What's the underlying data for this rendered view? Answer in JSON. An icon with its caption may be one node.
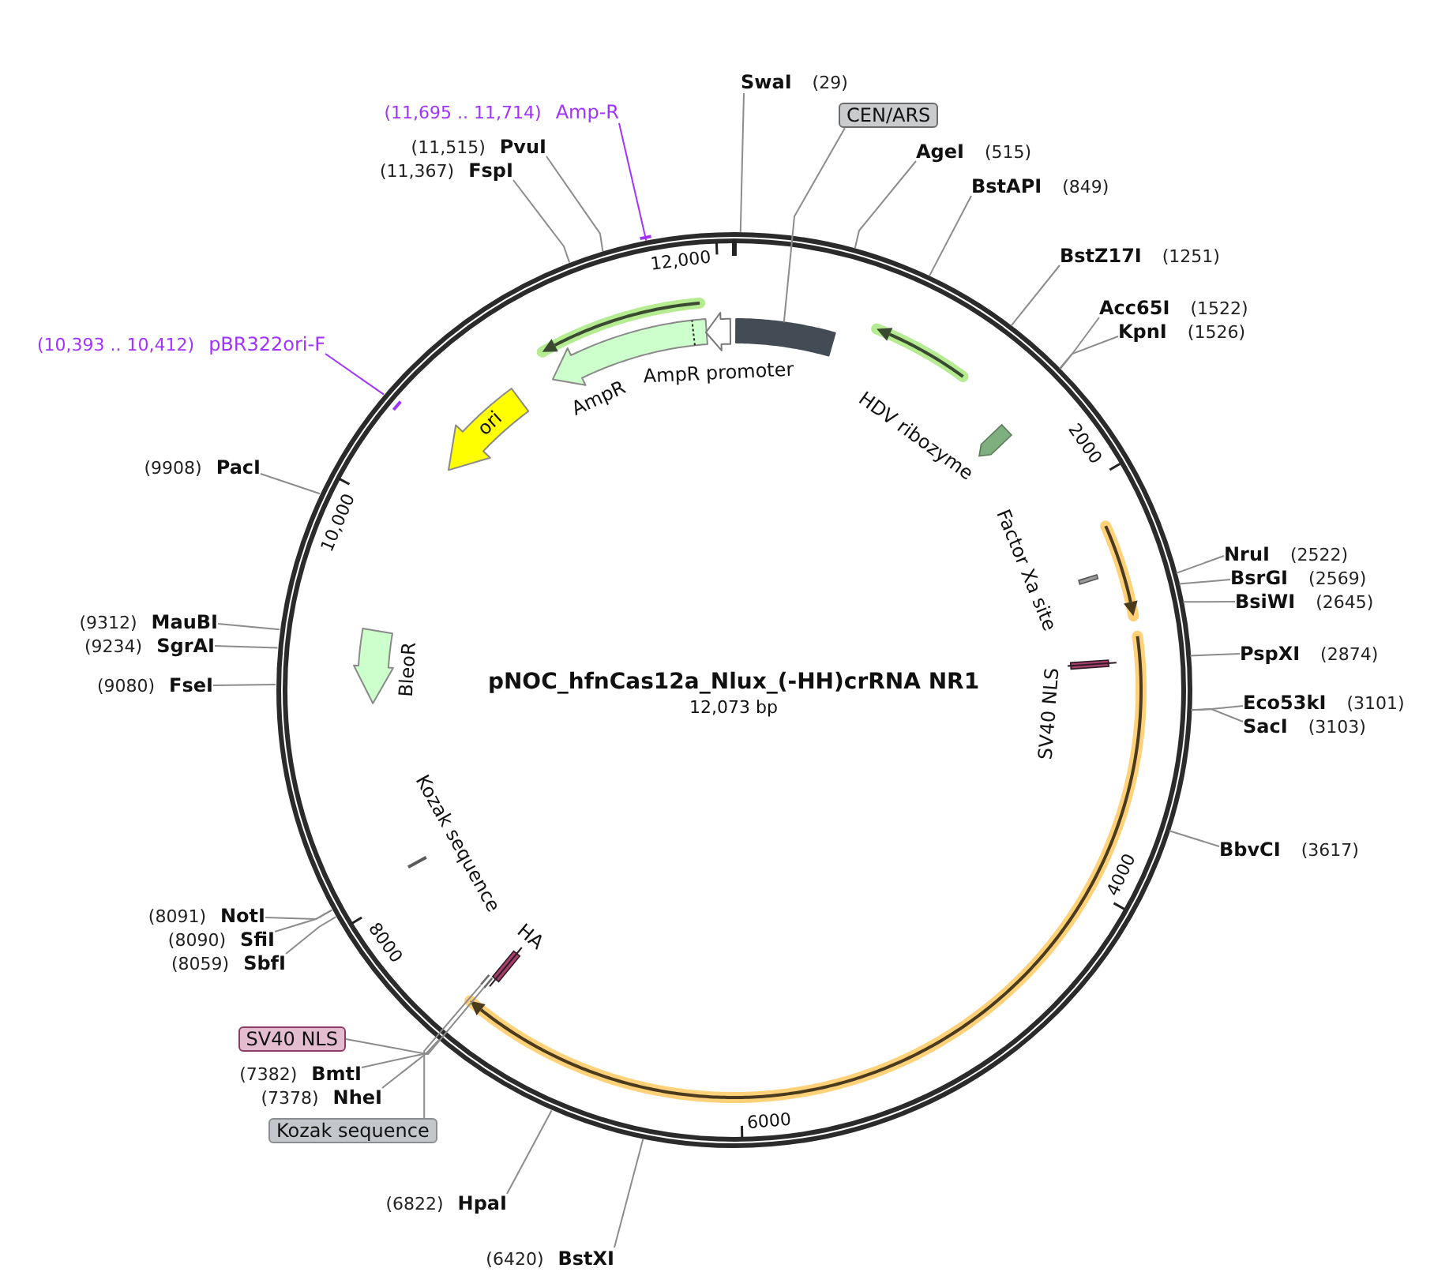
{
  "diagram": {
    "title": "pNOC_hfnCas12a_Nlux_(-HH)crRNA NR1",
    "nodes": [
      {
        "text": [],
        "shape": "circle"
      },
      {
        "text": [],
        "shape": "bar",
        "in": 0
      },
      {
        "text": [],
        "shape": "arrow",
        "beside": [
          "HDV ribozyme"
        ],
        "in": 0
      },
      {
        "text": [],
        "shape": "bar",
        "beside": [
          "Factor Xa site"
        ],
        "in": 0
      },
      {
        "text": [],
        "shape": "bar",
        "beside": [
          "SV40 NLS"
        ],
        "in": 0
      },
      {
        "text": [],
        "shape": "bar",
        "beside": [
          "HA"
        ],
        "in": 0
      },
      {
        "text": [],
        "shape": "bar",
        "in": 0
      },
      {
        "text": [],
        "shape": "bar",
        "in": 0
      },
      {
        "text": [],
        "shape": "bar",
        "beside": [
          "Kozak sequence"
        ],
        "in": 0
      },
      {
        "text": [],
        "shape": "arrow",
        "beside": [
          "BleoR"
        ],
        "in": 0
      },
      {
        "text": [
          "ori"
        ],
        "in": 0
      },
      {
        "text": [],
        "shape": "arrow",
        "beside": [
          "AmpR"
        ],
        "in": 0
      },
      {
        "text": [],
        "shape": "arrow",
        "in": 0
      },
      {
        "text": [
          "SwaI",
          "(29)"
        ]
      },
      {
        "text": [
          "(11,695 .. 11,714)",
          "Amp-R"
        ]
      },
      {
        "text": [
          "CEN/ARS"
        ]
      },
      {
        "text": [
          "(11,515)",
          "PvuI"
        ]
      },
      {
        "text": [
          "AgeI",
          "(515)"
        ]
      },
      {
        "text": [
          "(11,367)",
          "FspI"
        ]
      },
      {
        "text": [
          "BstAPI",
          "(849)"
        ]
      },
      {
        "text": [
          "BstZ17I",
          "(1251)"
        ]
      },
      {
        "text": [
          "Acc65I",
          "(1522)"
        ]
      },
      {
        "text": [
          "KpnI",
          "(1526)"
        ]
      },
      {
        "text": [
          "(10,393 .. 10,412)",
          "pBR322ori-F"
        ]
      },
      {
        "text": [
          "(9908)",
          "PacI"
        ]
      },
      {
        "text": [
          "NruI",
          "(2522)"
        ]
      },
      {
        "text": [
          "BsrGI",
          "(2569)"
        ]
      },
      {
        "text": [
          "BsiWI",
          "(2645)"
        ]
      },
      {
        "text": [
          "(9312)",
          "MauBI"
        ]
      },
      {
        "text": [
          "(9234)",
          "SgrAI"
        ]
      },
      {
        "text": [
          "PspXI",
          "(2874)"
        ]
      },
      {
        "text": [
          "(9080)",
          "FseI"
        ]
      },
      {
        "text": [
          "Eco53kI",
          "(3101)"
        ]
      },
      {
        "text": [
          "SacI",
          "(3103)"
        ]
      },
      {
        "text": [
          "BbvCI",
          "(3617)"
        ]
      },
      {
        "text": [
          "(8091)",
          "NotI"
        ]
      },
      {
        "text": [
          "(8090)",
          "SfiI"
        ]
      },
      {
        "text": [
          "(8059)",
          "SbfI"
        ]
      },
      {
        "text": [
          "SV40 NLS"
        ]
      },
      {
        "text": [
          "(7382)",
          "BmtI"
        ]
      },
      {
        "text": [
          "(7378)",
          "NheI"
        ]
      },
      {
        "text": [
          "Kozak sequence"
        ]
      },
      {
        "text": [
          "(6822)",
          "HpaI"
        ]
      },
      {
        "text": [
          "(6420)",
          "BstXI"
        ]
      }
    ],
    "edges": [
      {
        "from": 13,
        "to": 0,
        "arrow": "none"
      },
      {
        "from": 14,
        "to": 0,
        "arrow": "none",
        "color": "#a033ff"
      },
      {
        "from": 15,
        "to": 1,
        "arrow": "none"
      },
      {
        "from": 16,
        "to": 0,
        "arrow": "none"
      },
      {
        "from": 17,
        "to": 0,
        "arrow": "none"
      },
      {
        "from": 18,
        "to": 0,
        "arrow": "none"
      },
      {
        "from": 19,
        "to": 0,
        "arrow": "none"
      },
      {
        "from": 20,
        "to": 0,
        "arrow": "none"
      },
      {
        "from": 21,
        "to": 0,
        "arrow": "none"
      },
      {
        "from": 22,
        "to": 0,
        "arrow": "none"
      },
      {
        "from": 23,
        "to": 0,
        "arrow": "none",
        "color": "#a033ff"
      },
      {
        "from": 24,
        "to": 0,
        "arrow": "none"
      },
      {
        "from": 25,
        "to": 0,
        "arrow": "none"
      },
      {
        "from": 26,
        "to": 0,
        "arrow": "none"
      },
      {
        "from": 27,
        "to": 0,
        "arrow": "none"
      },
      {
        "from": 28,
        "to": 0,
        "arrow": "none"
      },
      {
        "from": 29,
        "to": 0,
        "arrow": "none"
      },
      {
        "from": 30,
        "to": 0,
        "arrow": "none"
      },
      {
        "from": 31,
        "to": 0,
        "arrow": "none"
      },
      {
        "from": 32,
        "to": 0,
        "arrow": "none"
      },
      {
        "from": 33,
        "to": 0,
        "arrow": "none"
      },
      {
        "from": 34,
        "to": 0,
        "arrow": "none"
      },
      {
        "from": 35,
        "to": 0,
        "arrow": "none"
      },
      {
        "from": 36,
        "to": 0,
        "arrow": "none"
      },
      {
        "from": 37,
        "to": 0,
        "arrow": "none"
      },
      {
        "from": 38,
        "to": 6,
        "arrow": "none"
      },
      {
        "from": 39,
        "to": 0,
        "arrow": "none"
      },
      {
        "from": 40,
        "to": 0,
        "arrow": "none"
      },
      {
        "from": 41,
        "to": 7,
        "arrow": "none"
      },
      {
        "from": 42,
        "to": 0,
        "arrow": "none"
      },
      {
        "from": 43,
        "to": 0,
        "arrow": "none"
      }
    ],
    "labels": [
      "12,000",
      "AmpR promoter",
      "2000",
      "10,000",
      "12,073 bp",
      "4000",
      "8000",
      "6000"
    ]
  }
}
